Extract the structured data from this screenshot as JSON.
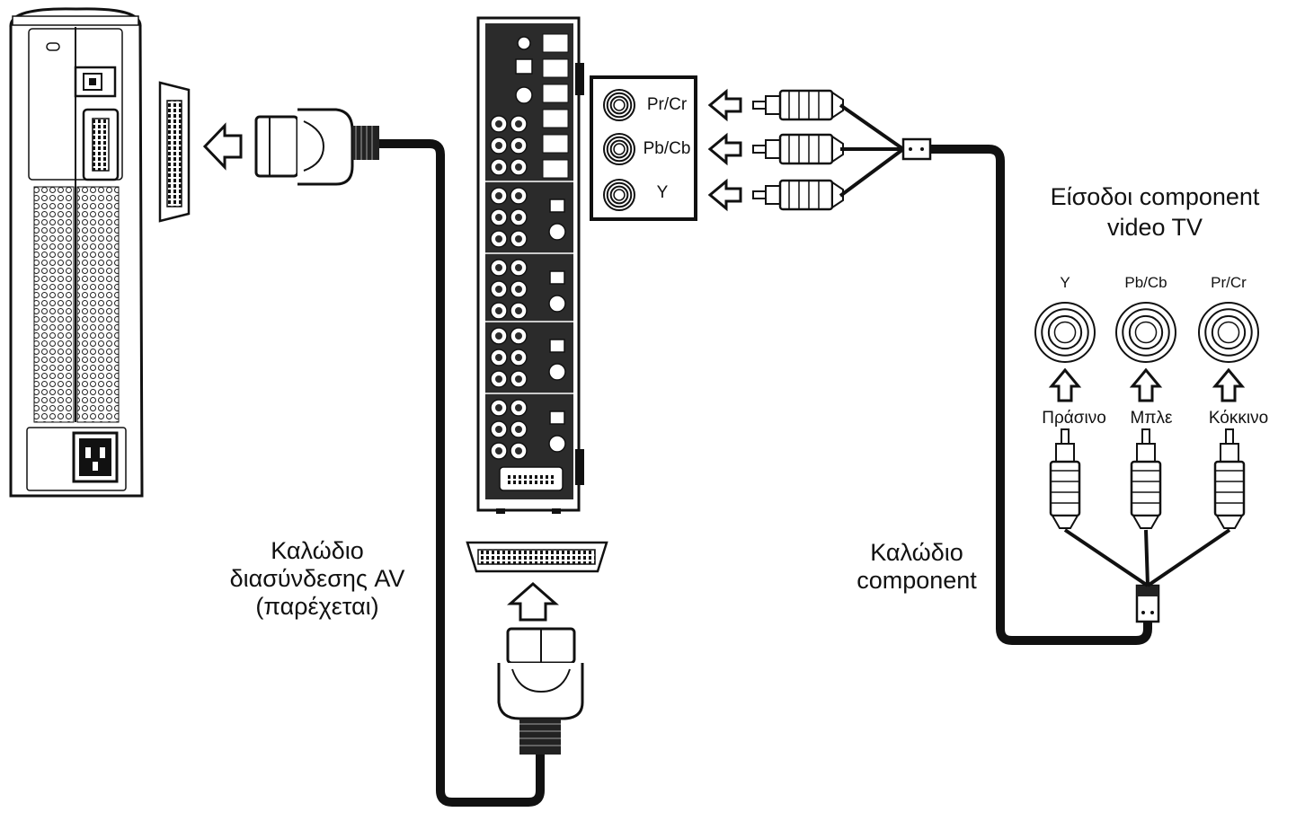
{
  "labels": {
    "av_cable": [
      "Καλώδιο",
      "διασύνδεσης AV",
      "(παρέχεται)"
    ],
    "component_cable": [
      "Καλώδιο",
      "component"
    ],
    "tv_inputs": [
      "Είσοδοι component",
      "video TV"
    ]
  },
  "hub_jacks": [
    "Pr/Cr",
    "Pb/Cb",
    "Y"
  ],
  "tv_jacks": [
    "Y",
    "Pb/Cb",
    "Pr/Cr"
  ],
  "plug_colors": [
    "Πράσινο",
    "Μπλε",
    "Κόκκινο"
  ],
  "colors": {
    "ink": "#111111",
    "panel": "#2b2b2b",
    "paper": "#ffffff"
  },
  "icons": [
    "xbox-console-icon",
    "control-center-hub-icon",
    "av-connector-icon",
    "rca-plug-icon",
    "arrow-icon"
  ]
}
